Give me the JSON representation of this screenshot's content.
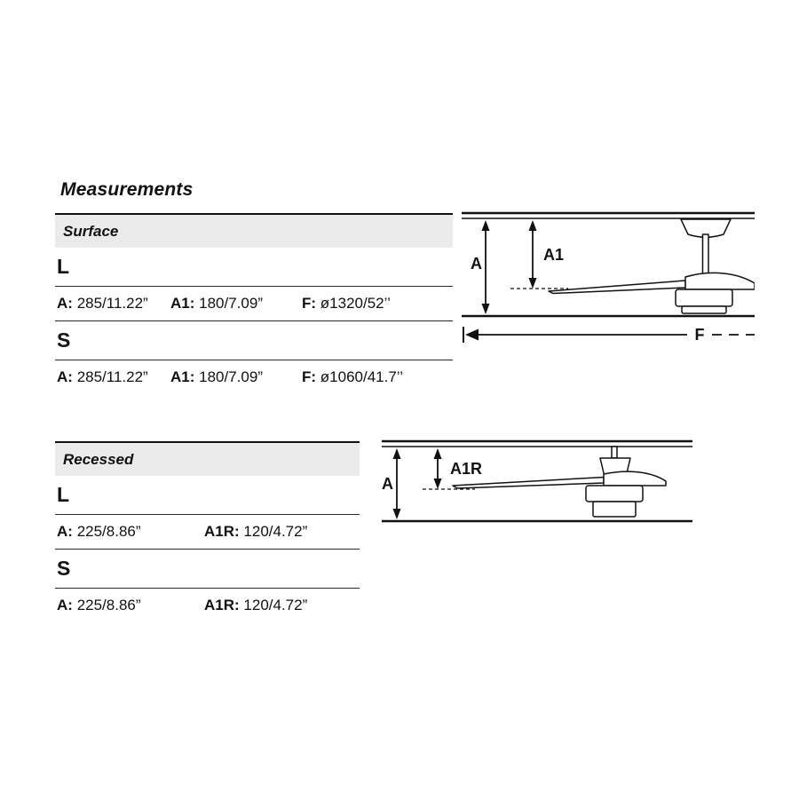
{
  "page": {
    "title": "Measurements"
  },
  "surface": {
    "header": "Surface",
    "rows": [
      {
        "size": "L",
        "dims": [
          {
            "label": "A:",
            "value": "285/11.22”"
          },
          {
            "label": "A1:",
            "value": "180/7.09”"
          },
          {
            "label": "F:",
            "value": "ø1320/52’’"
          }
        ]
      },
      {
        "size": "S",
        "dims": [
          {
            "label": "A:",
            "value": "285/11.22”"
          },
          {
            "label": "A1:",
            "value": "180/7.09”"
          },
          {
            "label": "F:",
            "value": "ø1060/41.7’’"
          }
        ]
      }
    ],
    "diagram": {
      "a_label": "A",
      "a1_label": "A1",
      "f_label": "F"
    }
  },
  "recessed": {
    "header": "Recessed",
    "rows": [
      {
        "size": "L",
        "dims": [
          {
            "label": "A:",
            "value": "225/8.86”"
          },
          {
            "label": "A1R:",
            "value": "120/4.72”"
          }
        ]
      },
      {
        "size": "S",
        "dims": [
          {
            "label": "A:",
            "value": "225/8.86”"
          },
          {
            "label": "A1R:",
            "value": "120/4.72”"
          }
        ]
      }
    ],
    "diagram": {
      "a_label": "A",
      "a1r_label": "A1R"
    }
  }
}
